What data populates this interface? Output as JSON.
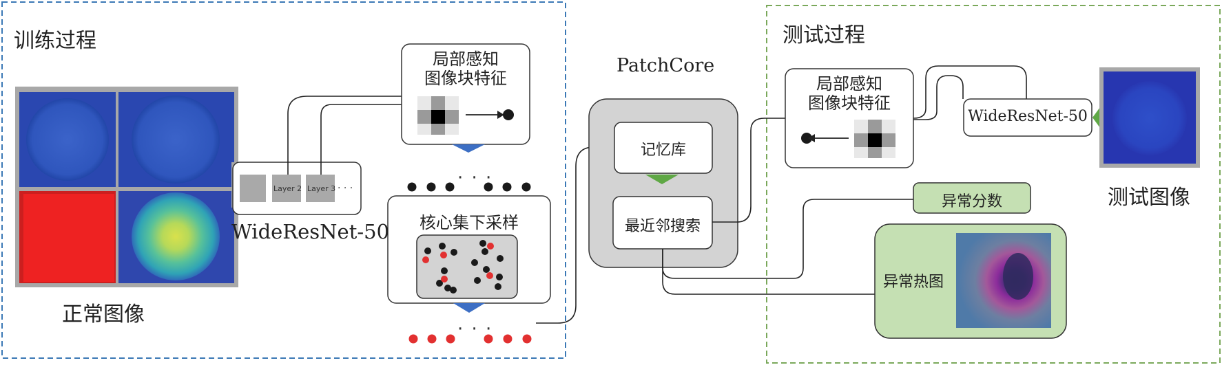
{
  "sections": {
    "training_title": "训练过程",
    "testing_title": "测试过程"
  },
  "training": {
    "normal_images_label": "正常图像",
    "backbone_label": "WideResNet-50",
    "layer2_label": "Layer 2",
    "layer3_label": "Layer 3",
    "layer_more": "· · ·",
    "patch_feature_line1": "局部感知",
    "patch_feature_line2": "图像块特征",
    "dots_ellipsis": "· · ·",
    "coreset_label": "核心集下采样"
  },
  "patchcore": {
    "title": "PatchCore",
    "memory_bank": "记忆库",
    "nn_search": "最近邻搜索"
  },
  "testing": {
    "patch_feature_line1": "局部感知",
    "patch_feature_line2": "图像块特征",
    "backbone_label": "WideResNet-50",
    "test_image_label": "测试图像",
    "anomaly_score": "异常分数",
    "anomaly_heatmap": "异常热图"
  },
  "colors": {
    "training_border": "#3a78b5",
    "testing_border": "#7aa85a",
    "box_gray": "#d3d3d3",
    "layer_gray": "#a9a9a9",
    "arrow_blue": "#3d6fc4",
    "arrow_green": "#5fa845",
    "dot_red": "#e23030",
    "dot_black": "#1a1a1a",
    "green_fill": "#c5e0b3"
  }
}
